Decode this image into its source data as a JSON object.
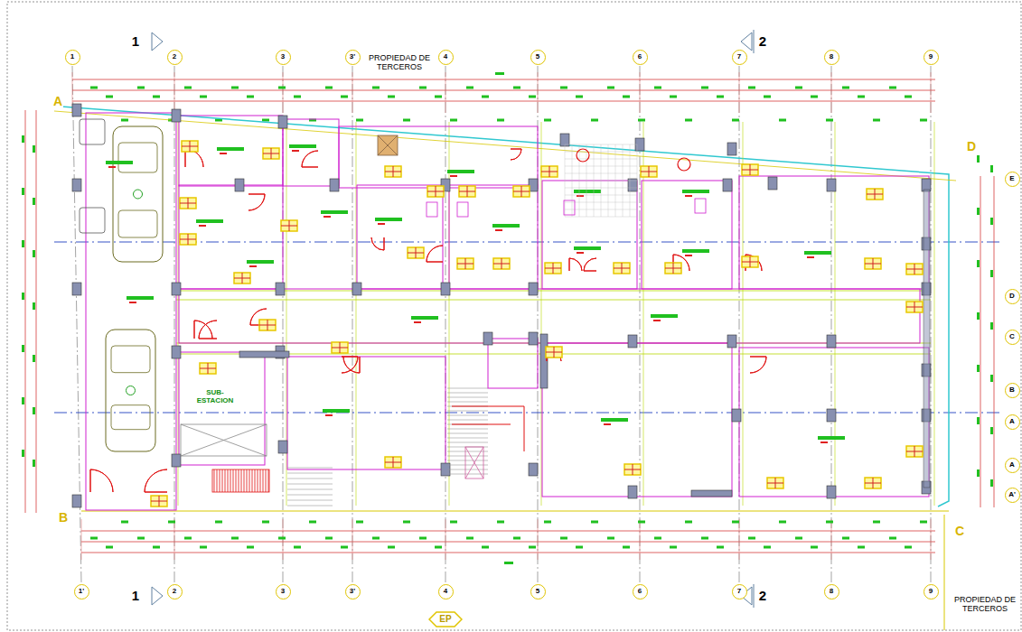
{
  "diagram": {
    "nodes": [
      {
        "text": [
          "1"
        ]
      },
      {
        "text": [
          "2"
        ]
      },
      {
        "text": [
          "3"
        ]
      },
      {
        "text": [
          "3'"
        ]
      },
      {
        "text": [
          "4"
        ]
      },
      {
        "text": [
          "5"
        ]
      },
      {
        "text": [
          "6"
        ]
      },
      {
        "text": [
          "7"
        ]
      },
      {
        "text": [
          "8"
        ]
      },
      {
        "text": [
          "9"
        ]
      },
      {
        "text": [
          "E"
        ]
      },
      {
        "text": [
          "D"
        ]
      },
      {
        "text": [
          "C"
        ]
      },
      {
        "text": [
          "B"
        ]
      },
      {
        "text": [
          "A"
        ]
      },
      {
        "text": [
          "A"
        ]
      },
      {
        "text": [
          "A'"
        ]
      },
      {
        "text": [
          "1'"
        ]
      },
      {
        "text": [
          "2"
        ]
      },
      {
        "text": [
          "3"
        ]
      },
      {
        "text": [
          "3'"
        ]
      },
      {
        "text": [
          "4"
        ]
      },
      {
        "text": [
          "5"
        ]
      },
      {
        "text": [
          "6"
        ]
      },
      {
        "text": [
          "7"
        ]
      },
      {
        "text": [
          "8"
        ]
      },
      {
        "text": [
          "9"
        ]
      },
      {
        "text": [
          "EP"
        ]
      }
    ],
    "labels": [
      "1",
      "2",
      "PROPIEDAD DE TERCEROS",
      "A",
      "D",
      "SUB- ESTACION",
      "B",
      "C",
      "PROPIEDAD DE TERCEROS",
      "1",
      "2"
    ]
  }
}
